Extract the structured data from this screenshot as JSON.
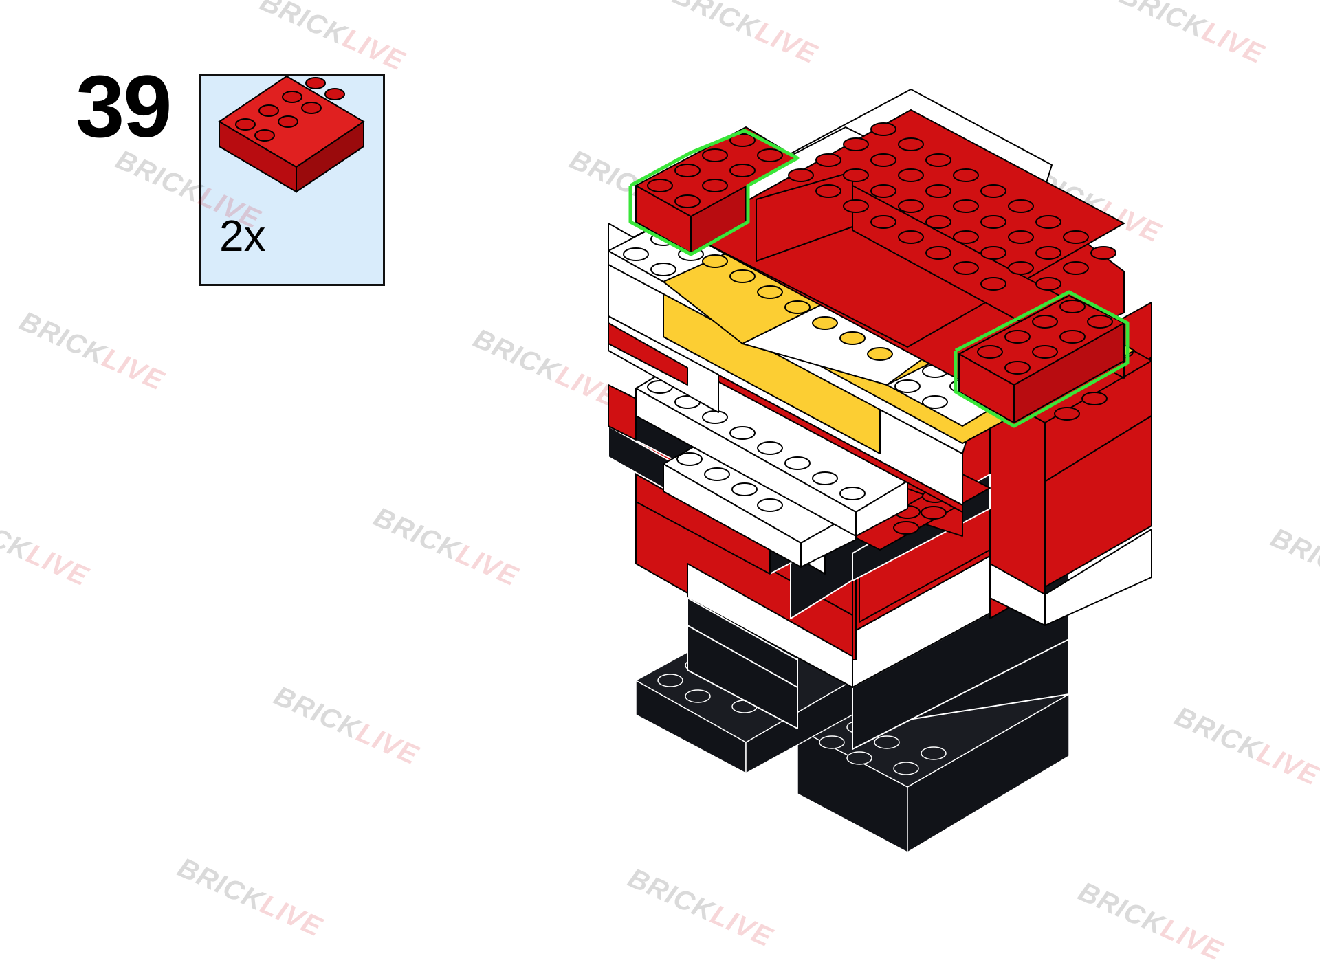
{
  "step": {
    "number": "39"
  },
  "parts_list": {
    "quantity": "2x",
    "brick": "red 2x4 brick"
  },
  "watermark": {
    "part1": "BRICK",
    "part2": "LIVE"
  },
  "model": {
    "subject": "brick-built Santa figure",
    "new_parts_highlight": "green outline"
  },
  "colors": {
    "red": "#d01012",
    "white": "#ffffff",
    "yellow": "#fcce33",
    "black": "#111318",
    "highlight": "#39e639",
    "parts_bg": "#d9ecfb"
  }
}
